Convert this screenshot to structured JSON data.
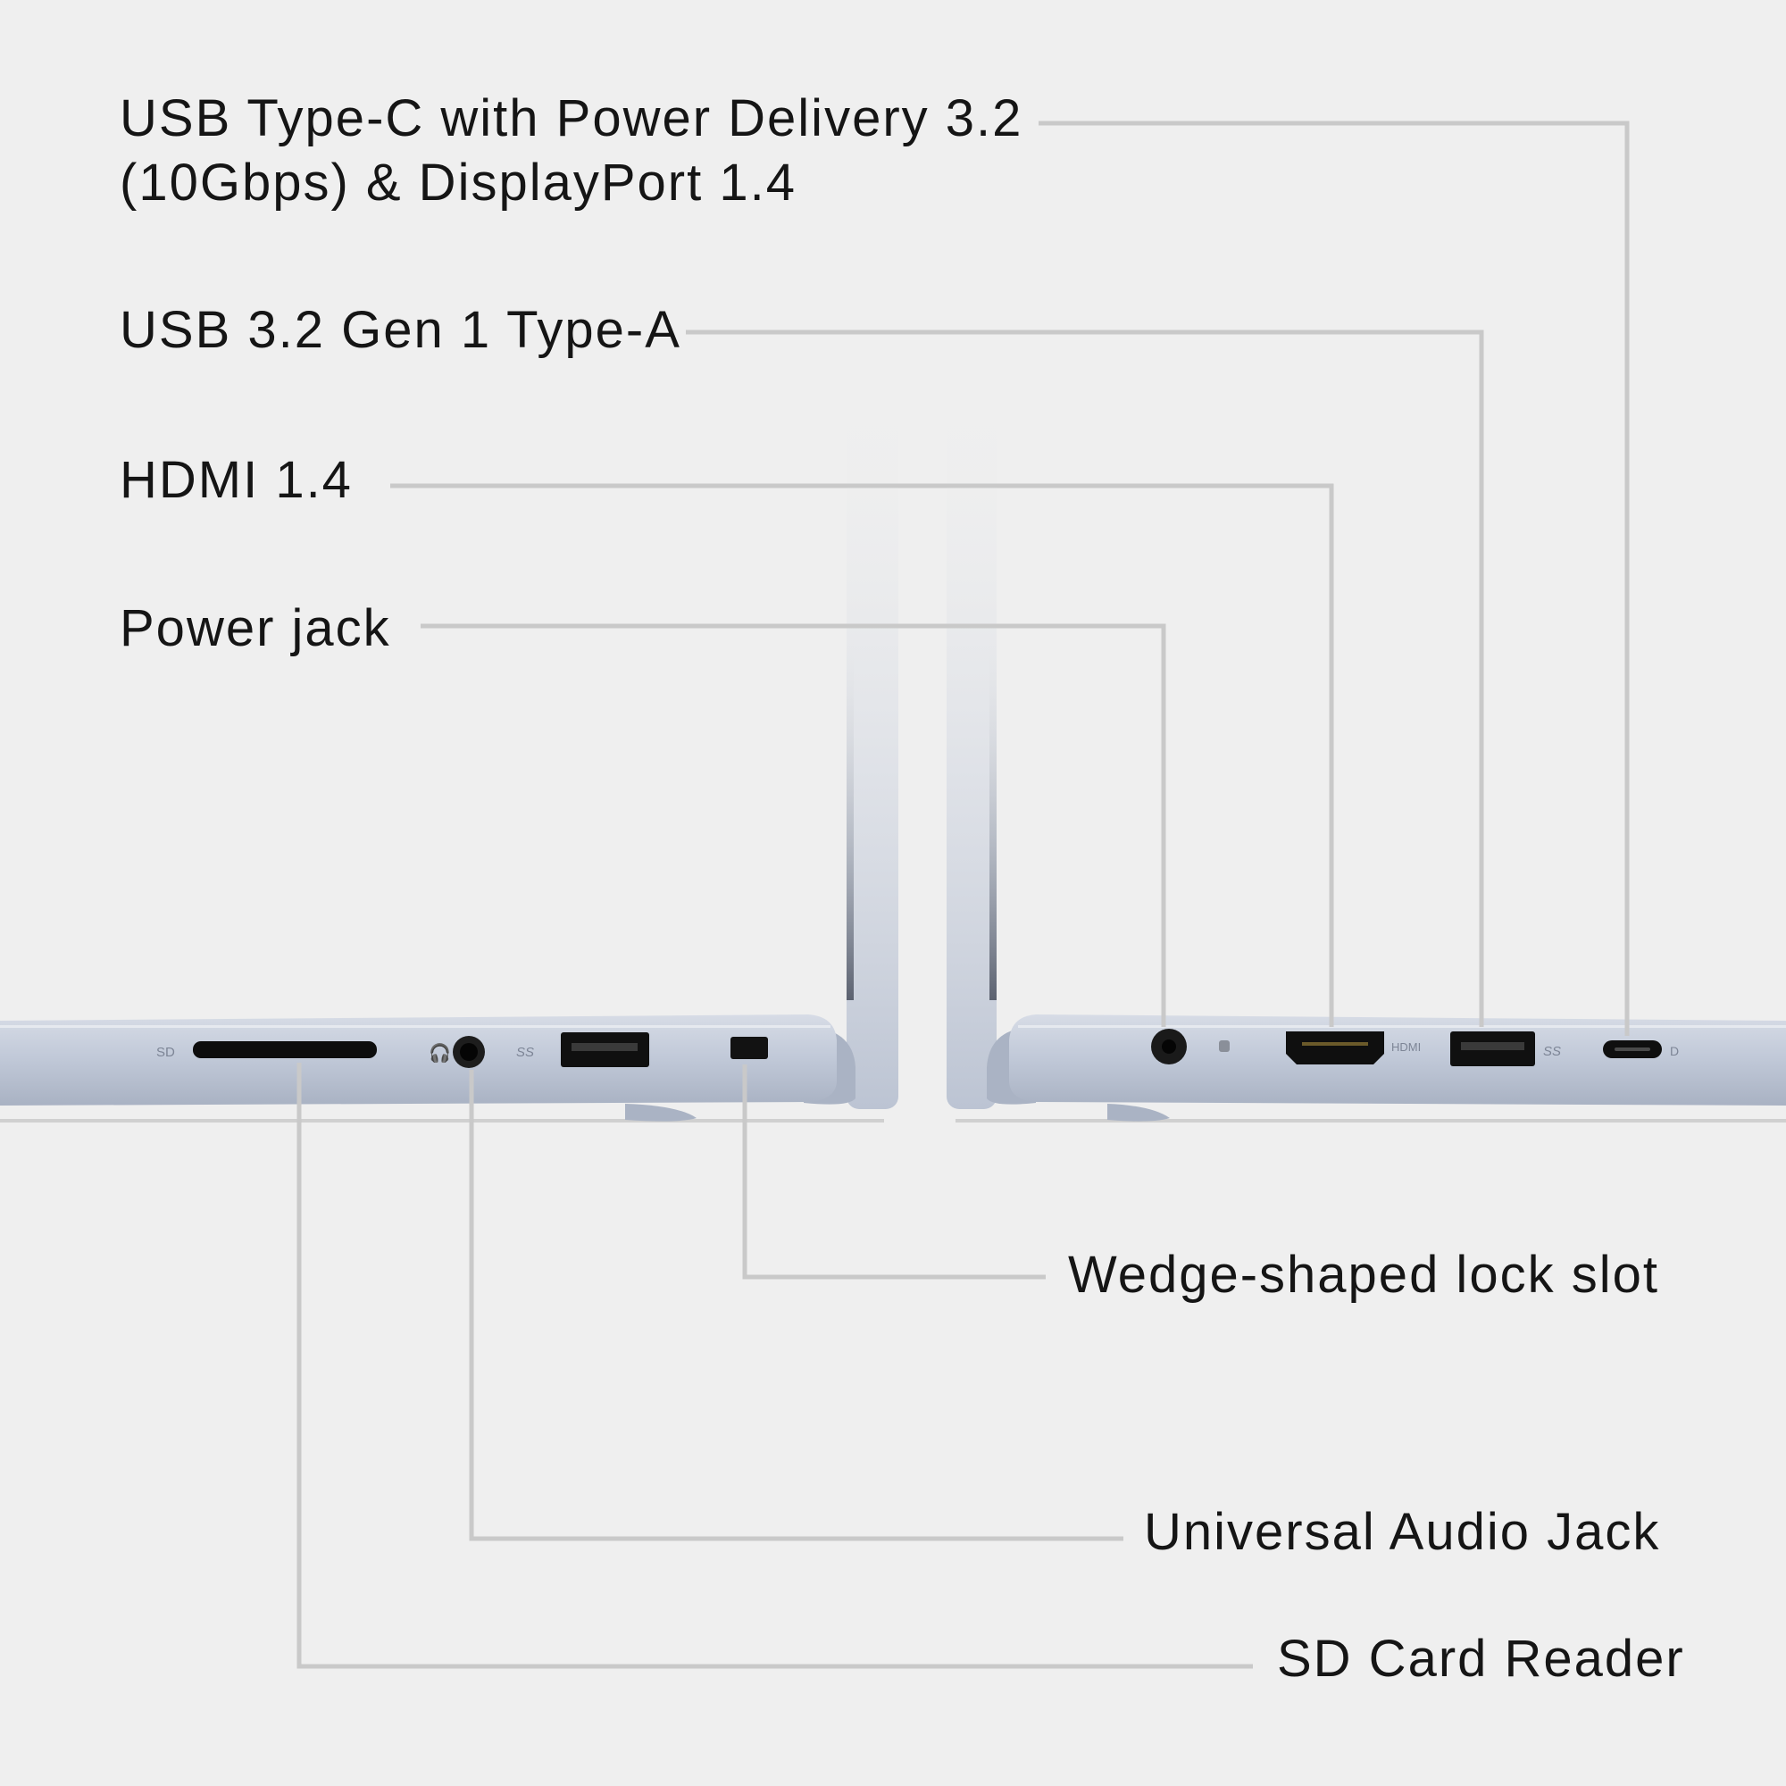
{
  "callouts": {
    "usb_c": {
      "lines": [
        "USB Type-C with Power Delivery 3.2",
        "(10Gbps) & DisplayPort 1.4"
      ]
    },
    "usb_a": {
      "text": "USB 3.2 Gen 1 Type-A"
    },
    "hdmi": {
      "text": "HDMI 1.4"
    },
    "power": {
      "text": "Power jack"
    },
    "lock": {
      "text": "Wedge-shaped lock slot"
    },
    "audio": {
      "text": "Universal Audio Jack"
    },
    "sd": {
      "text": "SD Card Reader"
    }
  },
  "port_marks": {
    "sd_icon": "SD",
    "hdmi_icon": "HDMI",
    "ss_usb_icon": "SS"
  },
  "colors": {
    "background": "#efefef",
    "chassis": "#c2cad9",
    "chassis_dark": "#aab3c4",
    "leader_line": "#c9c9c9",
    "text": "#151515"
  }
}
